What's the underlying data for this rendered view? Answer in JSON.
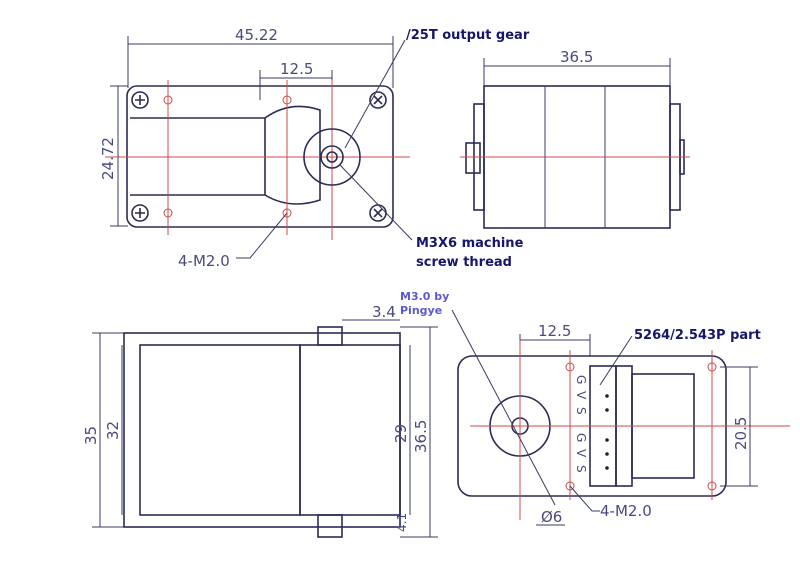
{
  "top_left_view": {
    "dim_width": "45.22",
    "dim_gear_offset": "12.5",
    "dim_height": "24.72",
    "hole_label": "4-M2.0"
  },
  "top_right_view": {
    "dim_length": "36.5"
  },
  "bottom_left_view": {
    "dim_shaft": "3.4",
    "dim_total_height": "35",
    "dim_body_height": "32",
    "dim_case": "29",
    "dim_overall": "36.5",
    "dim_bottom": "4.1"
  },
  "bottom_right_view": {
    "dim_gear_offset": "12.5",
    "dim_hole_spacing": "20.5",
    "dim_shaft_dia": "Ø6",
    "hole_label": "4-M2.0",
    "pins_top": [
      "G",
      "V",
      "S"
    ],
    "pins_bottom": [
      "G",
      "V",
      "S"
    ]
  },
  "annotations": {
    "output_gear": "/25T output gear",
    "screw_thread_line1": "M3X6 machine",
    "screw_thread_line2": "screw thread",
    "connector": "5264/2.543P part",
    "watermark_line1": "M3.0 by",
    "watermark_line2": "Pingye"
  },
  "colors": {
    "line": "#2b2b55",
    "centerline": "#d34848",
    "annotation": "#16166a",
    "watermark": "#5a5acd"
  }
}
